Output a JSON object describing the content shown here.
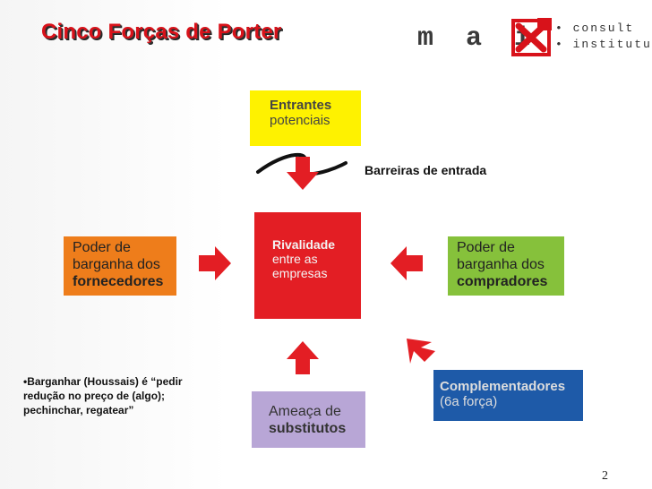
{
  "title": "Cinco Forças de Porter",
  "logo": {
    "word": "m a i",
    "line1": "• consult",
    "line2": "• institutus",
    "mark_color": "#d8121a"
  },
  "forces": {
    "entrants": {
      "line1": "Entrantes",
      "line2": "potenciais"
    },
    "rivalry": {
      "line1": "Rivalidade",
      "line2": "entre as",
      "line3": "empresas"
    },
    "suppliers": {
      "line1": "Poder de",
      "line2": "barganha dos",
      "line3": "fornecedores"
    },
    "buyers": {
      "line1": "Poder de",
      "line2": "barganha dos",
      "line3": "compradores"
    },
    "substitutes": {
      "line1": "Ameaça de",
      "line2": "substitutos"
    },
    "complementors": {
      "line1": "Complementadores",
      "line2": "(6a força)"
    }
  },
  "barriers_label": "Barreiras de entrada",
  "footnote": "•Barganhar (Houssais) é “pedir redução no preço de (algo); pechinchar, regatear”",
  "page_number": "2",
  "colors": {
    "title": "#d8121a",
    "arrow": "#e31e24",
    "entrants": "#fef200",
    "rivalry": "#e31e24",
    "suppliers": "#ee7d1b",
    "buyers": "#86c13b",
    "substitutes": "#b8a6d6",
    "complementors": "#1e5aa8"
  }
}
